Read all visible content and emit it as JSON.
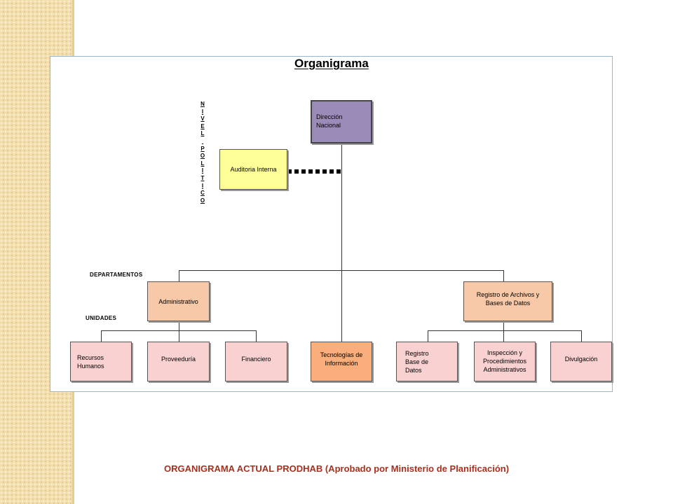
{
  "colors": {
    "caption": "#a5301e",
    "direccion": "#9b8bb8",
    "auditoria": "#ffff99",
    "departamento": "#f8c9a8",
    "unidad": "#fad1d1",
    "tecnologias": "#f9ae7b"
  },
  "diagram": {
    "title": "Organigrama",
    "vertical_label": "N\nI\nV\nE\nL\n \nP\nO\nL\nI\nT\nI\nC\nO",
    "departamentos_label": "DEPARTAMENTOS",
    "unidades_label": "UNIDADES",
    "nodes": {
      "direccion": "Dirección\nNacional",
      "auditoria": "Auditoria Interna",
      "administrativo": "Administrativo",
      "registro_archivos": "Registro de Archivos y\nBases de Datos",
      "recursos_humanos": "Recursos\nHumanos",
      "proveeduria": "Proveeduría",
      "financiero": "Financiero",
      "tecnologias": "Tecnologías de\nInformación",
      "registro_base": "Registro\nBase de\nDatos",
      "inspeccion": "Inspección y\nProcedimientos\nAdministrativos",
      "divulgacion": "Divulgación"
    }
  },
  "caption": "ORGANIGRAMA ACTUAL PRODHAB (Aprobado por Ministerio de Planificación)"
}
